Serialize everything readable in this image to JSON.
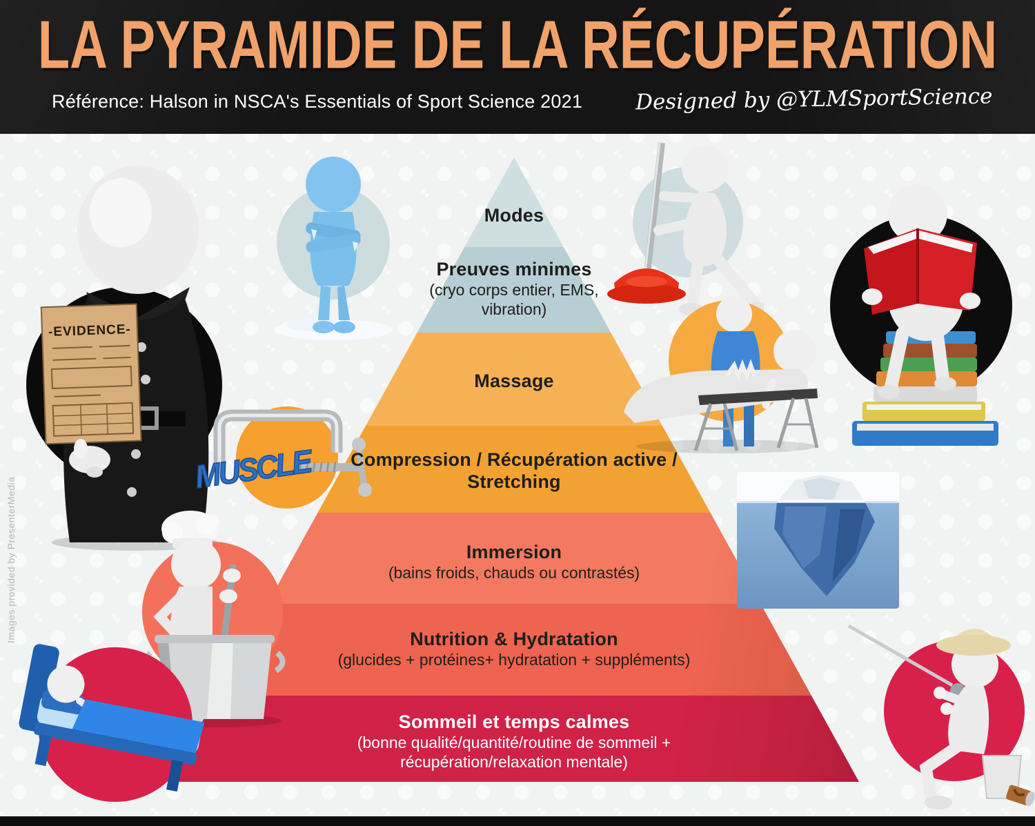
{
  "header": {
    "title": "LA PYRAMIDE DE LA RÉCUPÉRATION",
    "reference": "Référence:  Halson in NSCA's Essentials of Sport Science 2021",
    "credit": "Designed by @YLMSportScience",
    "title_color": "#f1a26b",
    "background_color": "#151515"
  },
  "pyramid": {
    "levels": [
      {
        "title": "Modes",
        "subtitle": "",
        "color": "#cfdee1",
        "text_color": "#1e1e1c"
      },
      {
        "title": "Preuves minimes",
        "subtitle": "(cryo corps entier, EMS, vibration)",
        "color": "#b7ced4",
        "text_color": "#1e1e1c"
      },
      {
        "title": "Massage",
        "subtitle": "",
        "color": "#f7b155",
        "text_color": "#1e1e1c"
      },
      {
        "title": "Compression / Récupération active / Stretching",
        "subtitle": "",
        "color": "#f2a232",
        "text_color": "#1e1e1c"
      },
      {
        "title": "Immersion",
        "subtitle": "(bains froids, chauds ou contrastés)",
        "color": "#f37a60",
        "text_color": "#1e1e1c"
      },
      {
        "title": "Nutrition & Hydratation",
        "subtitle": "(glucides + protéines+ hydratation + suppléments)",
        "color": "#ee6450",
        "text_color": "#1e1e1c"
      },
      {
        "title": "Sommeil et temps calmes",
        "subtitle": "(bonne qualité/quantité/routine de sommeil + récupération/relaxation mentale)",
        "color": "#d02146",
        "text_color": "#ffffff"
      }
    ]
  },
  "illustrations": {
    "evidence_label": "-EVIDENCE-",
    "muscle_label": "MUSCLE",
    "items": [
      "detective-with-evidence",
      "cryotherapy-figure",
      "plunger-vibration-figure",
      "massage-table-scene",
      "reading-on-books",
      "muscle-compression-clamp",
      "iceberg-immersion",
      "chef-cooking-pot",
      "sleeping-in-bed",
      "fisherman-relaxing"
    ]
  },
  "watermark": "Images provided by PresenterMedia"
}
